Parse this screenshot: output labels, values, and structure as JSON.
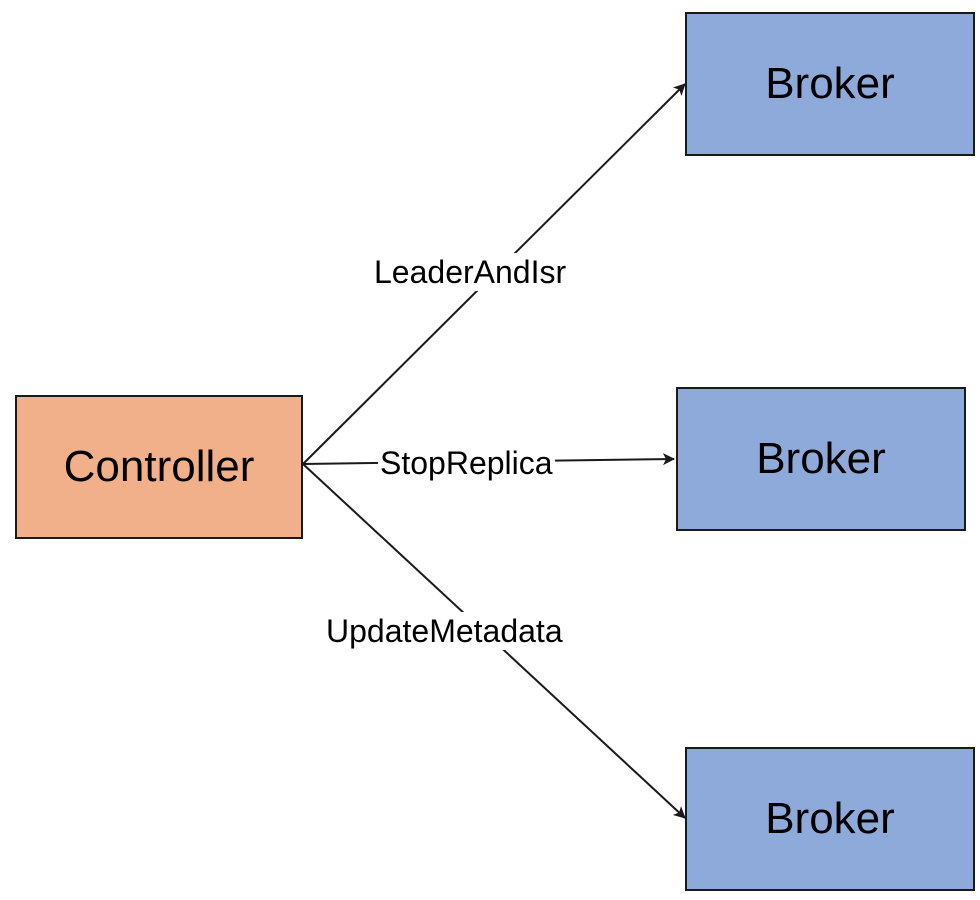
{
  "colors": {
    "controller_fill": "#f2b08a",
    "broker_fill": "#8eaadb",
    "stroke": "#1a1a1a"
  },
  "nodes": {
    "controller": "Controller",
    "brokers": [
      "Broker",
      "Broker",
      "Broker"
    ]
  },
  "edges": [
    {
      "from": "Controller",
      "to": "Broker",
      "label": "LeaderAndIsr"
    },
    {
      "from": "Controller",
      "to": "Broker",
      "label": "StopReplica"
    },
    {
      "from": "Controller",
      "to": "Broker",
      "label": "UpdateMetadata"
    }
  ]
}
